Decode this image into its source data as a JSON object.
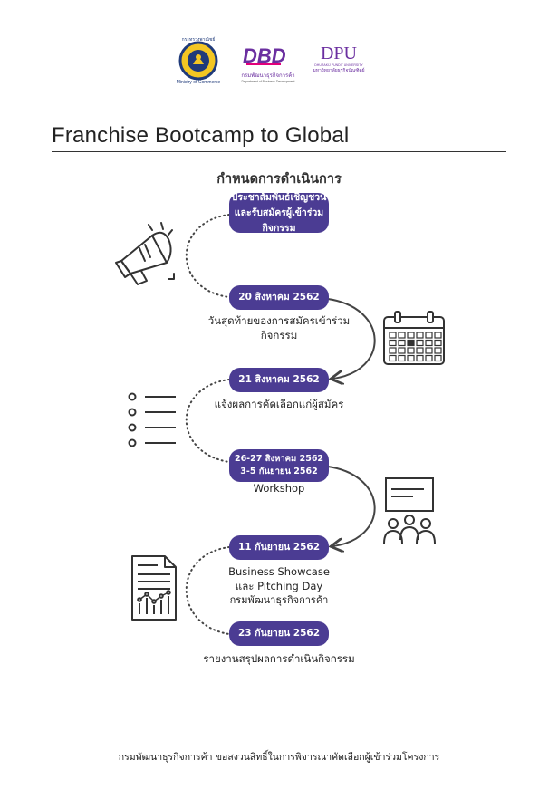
{
  "header": {
    "logos": [
      {
        "name": "ministry-of-commerce-logo",
        "text_top": "กระทรวงพาณิชย์",
        "text_bottom": "Ministry of Commerce"
      },
      {
        "name": "dbd-logo",
        "mark": "DBD",
        "text_th": "กรมพัฒนาธุรกิจการค้า",
        "text_en": "Department of Business Development"
      },
      {
        "name": "dpu-logo",
        "mark": "DPU",
        "text_en": "DHURAKIJ PUNDIT UNIVERSITY",
        "text_th": "มหาวิทยาลัยธุรกิจบัณฑิตย์"
      }
    ]
  },
  "title": "Franchise Bootcamp to Global",
  "subtitle": "กำหนดการดำเนินการ",
  "timeline": [
    {
      "pill_lines": [
        "ประชาสัมพันธ์เชิญชวน",
        "และรับสมัครผู้เข้าร่วมกิจกรรม"
      ],
      "caption_lines": []
    },
    {
      "pill_lines": [
        "20 สิงหาคม 2562"
      ],
      "caption_lines": [
        "วันสุดท้ายของการสมัครเข้าร่วม",
        "กิจกรรม"
      ]
    },
    {
      "pill_lines": [
        "21 สิงหาคม 2562"
      ],
      "caption_lines": [
        "แจ้งผลการคัดเลือกแก่ผู้สมัคร"
      ]
    },
    {
      "pill_lines": [
        "26-27 สิงหาคม 2562",
        "3-5 กันยายน 2562"
      ],
      "caption_lines": [
        "Workshop"
      ]
    },
    {
      "pill_lines": [
        "11 กันยายน 2562"
      ],
      "caption_lines": [
        "Business Showcase",
        "และ Pitching Day",
        "กรมพัฒนาธุรกิจการค้า"
      ]
    },
    {
      "pill_lines": [
        "23 กันยายน 2562"
      ],
      "caption_lines": [
        "รายงานสรุปผลการดำเนินกิจกรรม"
      ]
    }
  ],
  "icons": [
    "megaphone-icon",
    "calendar-icon",
    "list-icon",
    "presentation-icon",
    "report-chart-icon"
  ],
  "footer": "กรมพัฒนาธุรกิจการค้า ขอสงวนสิทธิ์ในการพิจารณาคัดเลือกผู้เข้าร่วมโครงการ",
  "colors": {
    "pill": "#4b3c93",
    "line": "#444444",
    "dbd_purple": "#6b2fa0",
    "dbd_pink": "#e2007a"
  }
}
